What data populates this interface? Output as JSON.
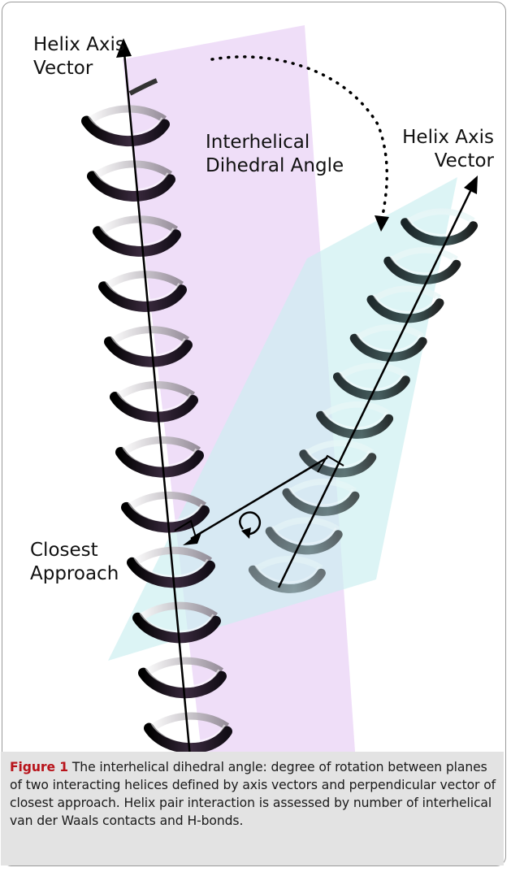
{
  "labels": {
    "left_axis": [
      "Helix Axis",
      "Vector"
    ],
    "dihedral": [
      "Interhelical",
      "Dihedral Angle"
    ],
    "right_axis": [
      "Helix Axis",
      "Vector"
    ],
    "closest": [
      "Closest",
      "Approach"
    ]
  },
  "caption": {
    "figure_label": "Figure 1",
    "text": " The interhelical dihedral angle: degree of rotation between planes of two interacting helices defined by axis vectors and perpendicular vector of closest approach. Helix pair interaction is assessed by number of interhelical van der Waals contacts and H-bonds."
  },
  "colors": {
    "plane_left": "#e9d3f5",
    "plane_right": "#c9eef0",
    "helix_dark": "#1a1420",
    "caption_accent": "#b8141b",
    "caption_bg": "#e3e3e3"
  },
  "icons": [
    "helix-ribbon-left",
    "helix-ribbon-right",
    "rotation-arrow-icon",
    "dotted-arc-arrow-icon"
  ]
}
